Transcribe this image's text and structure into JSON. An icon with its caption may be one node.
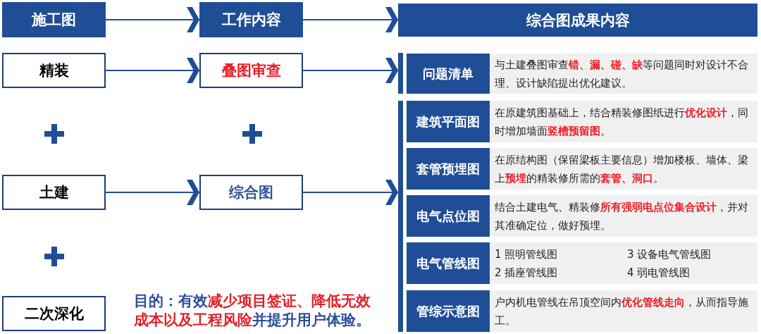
{
  "diagram": {
    "nodes": [
      {
        "text": [
          "施工图"
        ]
      },
      {
        "text": [
          "工作内容"
        ]
      },
      {
        "text": [
          "综合图成果内容"
        ]
      },
      {
        "text": [
          "精装"
        ]
      },
      {
        "text": [
          "叠图审查"
        ]
      },
      {
        "text": [],
        "shape": "bar"
      },
      {
        "text": [
          "问题清单",
          "与土建叠图审查**错、漏、碰、缺**等问题同时对设计不合理、设计缺陷提出优化建议。"
        ],
        "in": 5
      },
      {
        "text": [
          "土建"
        ]
      },
      {
        "text": [
          "综合图"
        ]
      },
      {
        "text": [],
        "shape": "bar"
      },
      {
        "text": [
          "建筑平面图",
          "在原建筑图基础上，结合精装修图纸进行**优化设计**，同时增加墙面**竖槽预留图**。"
        ],
        "in": 9
      },
      {
        "text": [
          "套管预埋图",
          "在原结构图（保留梁板主要信息）增加楼板、墙体、梁上**预埋**的精装修所需的**套管、洞口**。"
        ],
        "in": 9
      },
      {
        "text": [
          "电气点位图",
          "结合土建电气、精装修**所有强弱电点位集合设计**，并对其准确定位，做好预埋。"
        ],
        "in": 9
      },
      {
        "text": [
          "电气管线图",
          "1 照明管线图",
          "3 设备电气管线图",
          "2 插座管线图",
          "4 弱电管线图"
        ],
        "in": 9
      },
      {
        "text": [
          "管综示意图",
          "户内机电管线在吊顶空间内**优化管线走向**，从而指导施工。"
        ],
        "in": 9
      },
      {
        "text": [
          "二次深化"
        ]
      }
    ],
    "edges": [
      {
        "from": 0,
        "to": 1,
        "arrow": "to"
      },
      {
        "from": 1,
        "to": 2,
        "arrow": "to"
      },
      {
        "from": 3,
        "to": 4,
        "arrow": "to"
      },
      {
        "from": 4,
        "to": 5,
        "arrow": "to"
      },
      {
        "from": 7,
        "to": 8,
        "arrow": "to"
      },
      {
        "from": 8,
        "to": 9,
        "arrow": "to"
      }
    ],
    "labels": [
      "目的：有效**减少项目签证、降低无效成本以及工程风险**并提升用户体验。"
    ]
  }
}
